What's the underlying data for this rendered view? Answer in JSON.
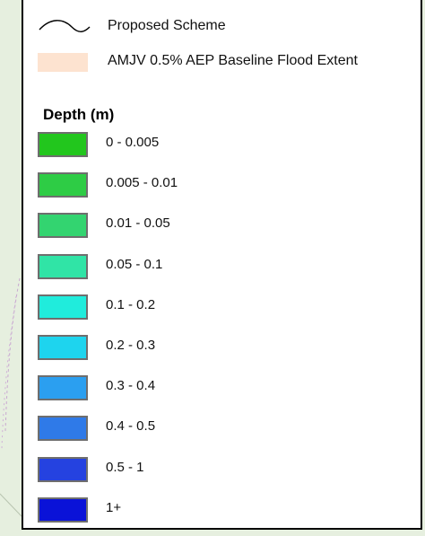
{
  "legend": {
    "proposed_scheme_label": "Proposed Scheme",
    "baseline_label": "AMJV 0.5% AEP Baseline Flood Extent",
    "baseline_color": "#fde3d0",
    "depth_title": "Depth (m)",
    "depth_classes": [
      {
        "label": "0 - 0.005",
        "color": "#22c61d"
      },
      {
        "label": "0.005 - 0.01",
        "color": "#2ecc45"
      },
      {
        "label": "0.01 - 0.05",
        "color": "#33d470"
      },
      {
        "label": "0.05 - 0.1",
        "color": "#30e4a6"
      },
      {
        "label": "0.1 - 0.2",
        "color": "#20ecdc"
      },
      {
        "label": "0.2 - 0.3",
        "color": "#1ed4ee"
      },
      {
        "label": "0.3 - 0.4",
        "color": "#2b9ff0"
      },
      {
        "label": "0.4 - 0.5",
        "color": "#2f7ae8"
      },
      {
        "label": "0.5 - 1",
        "color": "#2542e0"
      },
      {
        "label": "1+",
        "color": "#0a12d8"
      }
    ]
  }
}
